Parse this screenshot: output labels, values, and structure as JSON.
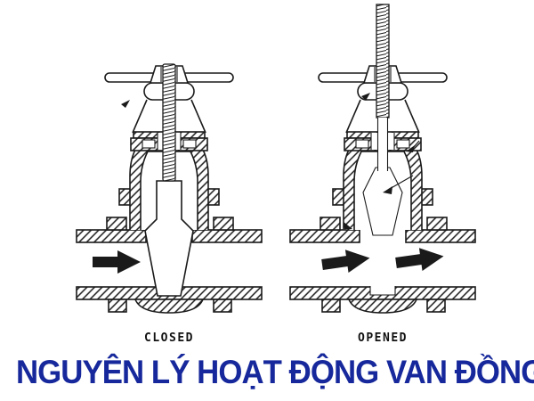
{
  "diagram": {
    "background_color": "#ffffff",
    "line_color": "#1a1a1a",
    "title": {
      "text": "NGUYÊN LÝ HOẠT ĐỘNG VAN ĐỒNG",
      "color": "#16289b"
    },
    "valves": [
      {
        "label": "CLOSED",
        "state": "closed",
        "flow_arrow_count": 1,
        "description": "gate wedge lowered into seat, flow blocked"
      },
      {
        "label": "OPENED",
        "state": "opened",
        "flow_arrow_count": 2,
        "description": "gate wedge raised into bonnet, flow passes"
      }
    ],
    "icons": {
      "flow_arrow_icon": "solid black right-pointing flow arrow",
      "annotation_arrow_icon": "small black leader arrowhead"
    }
  }
}
